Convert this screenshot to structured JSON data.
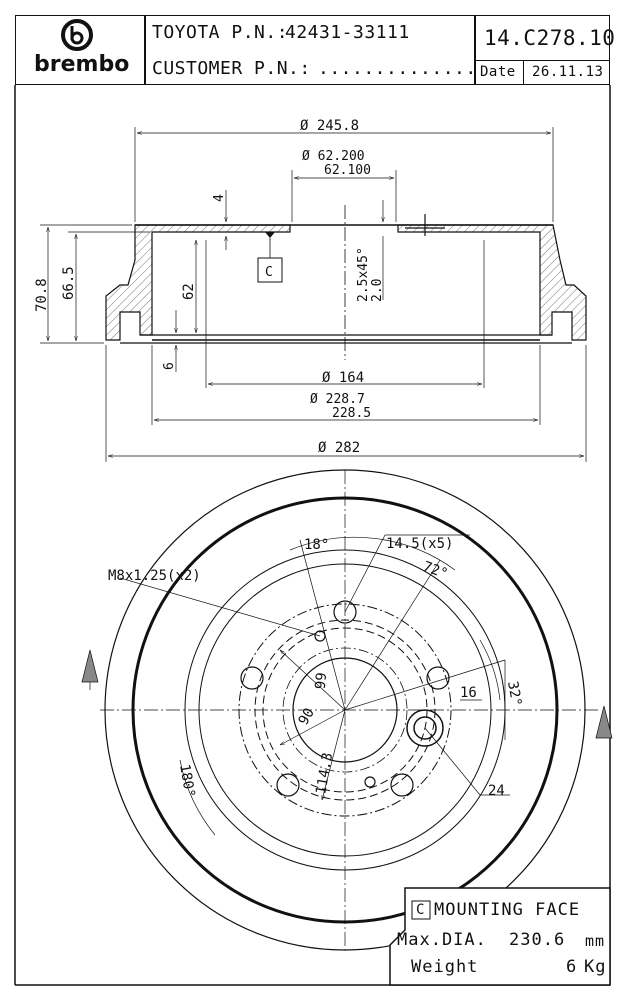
{
  "header": {
    "brand": "brembo",
    "toyota_pn_label": "TOYOTA P.N.:",
    "toyota_pn_value": "42431-33111",
    "customer_pn_label": "CUSTOMER P.N.:",
    "customer_pn_dots": "..............",
    "part_number": "14.C278.10",
    "date_label": "Date",
    "date_value": "26.11.13"
  },
  "section_view": {
    "dim_outer_top": "Ø 245.8",
    "dim_bore_max": "Ø 62.200",
    "dim_bore_min": "62.100",
    "dim_flange": "4",
    "dim_height_total": "70.8",
    "dim_height_inner": "66.5",
    "dim_depth": "62",
    "dim_lip": "6",
    "dim_chamfer_a": "2.5x45°",
    "dim_chamfer_b": "2.0",
    "datum_c": "C",
    "dim_164": "Ø 164",
    "dim_drum_max": "Ø 228.7",
    "dim_drum_min": "228.5",
    "dim_282": "Ø 282"
  },
  "plan_view": {
    "angle_18": "18°",
    "hole_spec": "14.5(x5)",
    "angle_72": "72°",
    "thread_spec": "M8x1.25(x2)",
    "dim_66": "66",
    "dim_90": "90",
    "dim_114": "114.3",
    "dim_16": "16",
    "angle_32": "32°",
    "dim_24": "24",
    "angle_180": "180°"
  },
  "info_box": {
    "datum": "C",
    "mounting_face": "MOUNTING FACE",
    "max_dia_label": "Max.DIA.",
    "max_dia_value": "230.6",
    "max_dia_unit": "mm",
    "weight_label": "Weight",
    "weight_value": "6",
    "weight_unit": "Kg"
  }
}
